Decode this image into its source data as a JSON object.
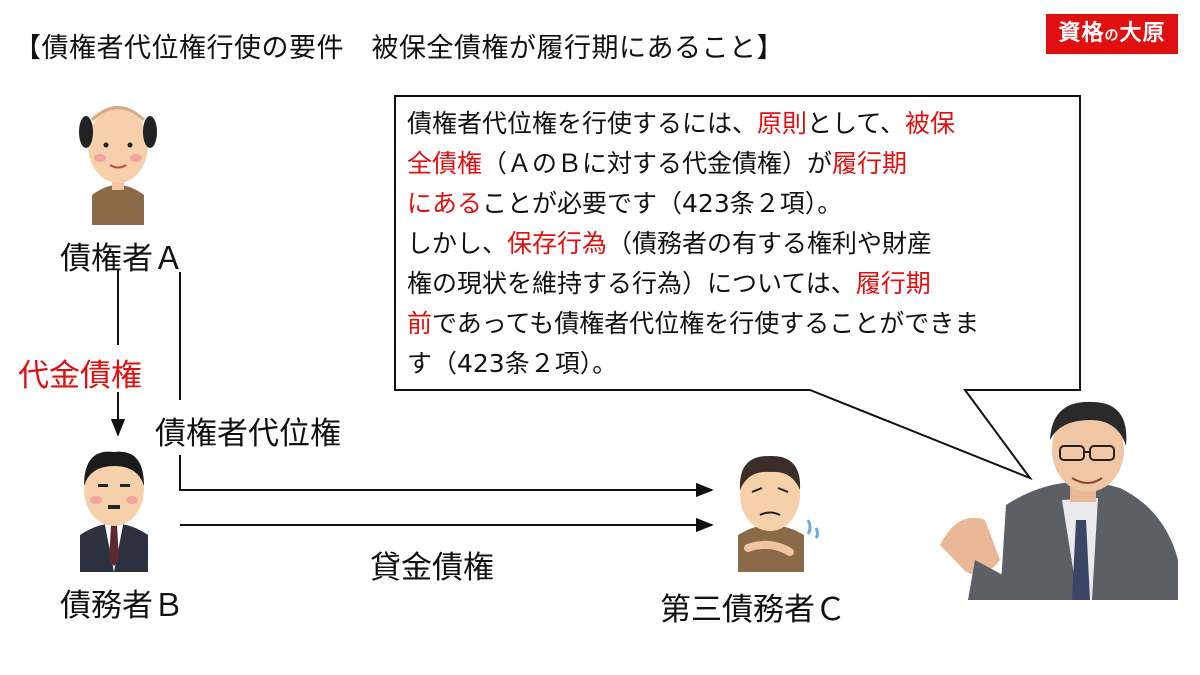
{
  "title": "【債権者代位権行使の要件　被保全債権が履行期にあること】",
  "logo": {
    "main_1": "資格",
    "small": "の",
    "main_2": "大原"
  },
  "parties": {
    "a": "債権者Ａ",
    "b": "債務者Ｂ",
    "c": "第三債務者Ｃ"
  },
  "relations": {
    "claim": "代金債権",
    "subrogation": "債権者代位権",
    "loan": "貸金債権"
  },
  "explanation": {
    "l1_a": "債権者代位権を行使するには、",
    "l1_b": "原則",
    "l1_c": "として、",
    "l1_d": "被保",
    "l2_a": "全債権",
    "l2_b": "（ＡのＢに対する代金債権）が",
    "l2_c": "履行期",
    "l3_a": "にある",
    "l3_b": "ことが必要です（423条２項）。",
    "l4_a": "しかし、",
    "l4_b": "保存行為",
    "l4_c": "（債務者の有する権利や財産",
    "l5_a": "権の現状を維持する行為）については、",
    "l5_b": "履行期",
    "l6_a": "前",
    "l6_b": "であっても債権者代位権を行使することができま",
    "l7_a": "す（423条２項）。"
  },
  "colors": {
    "accent": "#e01010"
  }
}
